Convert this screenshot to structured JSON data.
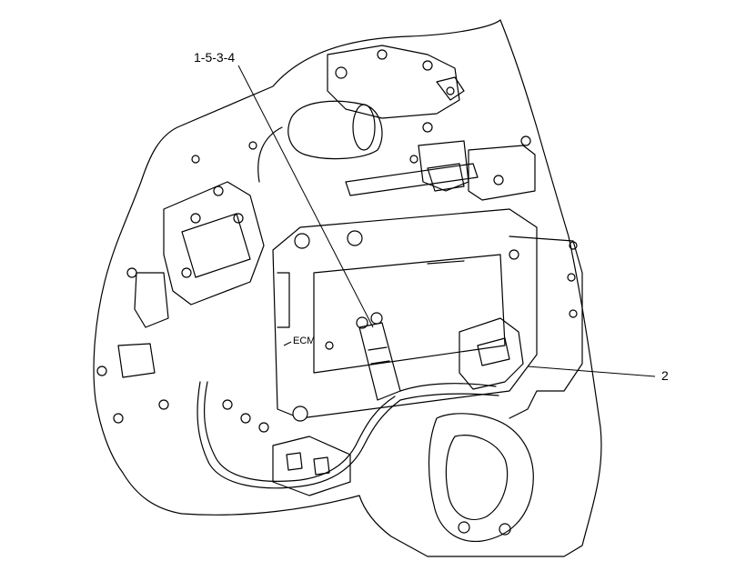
{
  "callouts": {
    "top_label": "1-5-3-4",
    "right_label": "2",
    "ecm_label": "ECM"
  },
  "colors": {
    "line": "#000000",
    "background": "#ffffff"
  }
}
